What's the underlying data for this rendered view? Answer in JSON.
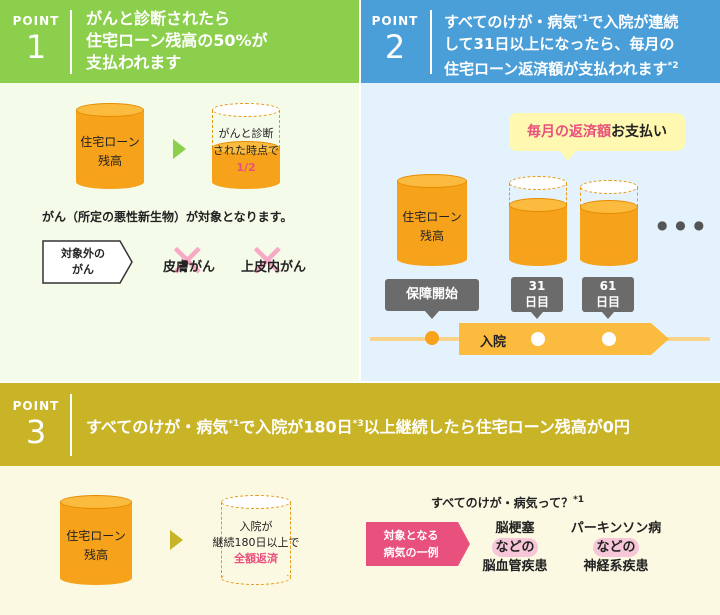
{
  "colors": {
    "green": "#8ccf4c",
    "blue": "#4a9fd9",
    "olive": "#c9b326",
    "orange": "#f7a21b",
    "pink": "#e8507e"
  },
  "point1": {
    "label": "POINT",
    "num": "1",
    "title_lines": [
      "がんと診断されたら",
      "住宅ローン残高の50%が",
      "支払われます"
    ],
    "cyl_left": [
      "住宅ローン",
      "残高"
    ],
    "cyl_right": [
      "がんと診断",
      "された時点で"
    ],
    "cyl_right_fraction": "1/2",
    "note": "がん（所定の悪性新生物）が対象となります。",
    "excluded_label": [
      "対象外の",
      "がん"
    ],
    "excluded_items": [
      "皮膚がん",
      "上皮内がん"
    ]
  },
  "point2": {
    "label": "POINT",
    "num": "2",
    "title_line1_pre": "すべてのけが・病気",
    "title_line1_sup": "*1",
    "title_line1_post": "で入院が連続",
    "title_line2": "して31日以上になったら、毎月の",
    "title_line3": "住宅ローン返済額が支払われます",
    "title_line3_sup": "*2",
    "bubble_highlight": "毎月の返済額",
    "bubble_rest": "お支払い",
    "cyl": [
      "住宅ローン",
      "残高"
    ],
    "start_label": "保障開始",
    "day31": [
      "31",
      "日目"
    ],
    "day61": [
      "61",
      "日目"
    ],
    "hospital_label": "入院",
    "ellipsis": "● ● ●"
  },
  "point3": {
    "label": "POINT",
    "num": "3",
    "title_pre": "すべてのけが・病気",
    "title_sup1": "*1",
    "title_mid": "で入院が180日",
    "title_sup3": "*3",
    "title_post": "以上継続したら住宅ローン残高が0円",
    "cyl_left": [
      "住宅ローン",
      "残高"
    ],
    "cyl_right": [
      "入院が",
      "継続180日以上で"
    ],
    "cyl_right_highlight": "全額返済",
    "question": "すべてのけが・病気って？",
    "question_sup": "*1",
    "example_label": [
      "対象となる",
      "病気の一例"
    ],
    "example1": [
      "脳梗塞",
      "などの",
      "脳血管疾患"
    ],
    "example2": [
      "パーキンソン病",
      "などの",
      "神経系疾患"
    ]
  }
}
